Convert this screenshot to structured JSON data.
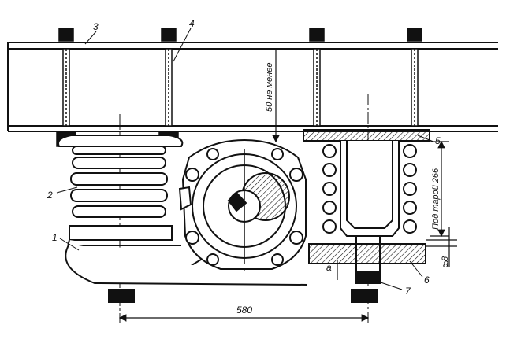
{
  "callouts": [
    "1",
    "2",
    "3",
    "4",
    "5",
    "6",
    "7",
    "8"
  ],
  "dimensions": {
    "span": "580",
    "clearance": "50 не менее",
    "height_tare": "Под тарой 266",
    "gap": "8",
    "gap_a": "a"
  },
  "colors": {
    "ink": "#111111",
    "paper": "#ffffff"
  }
}
